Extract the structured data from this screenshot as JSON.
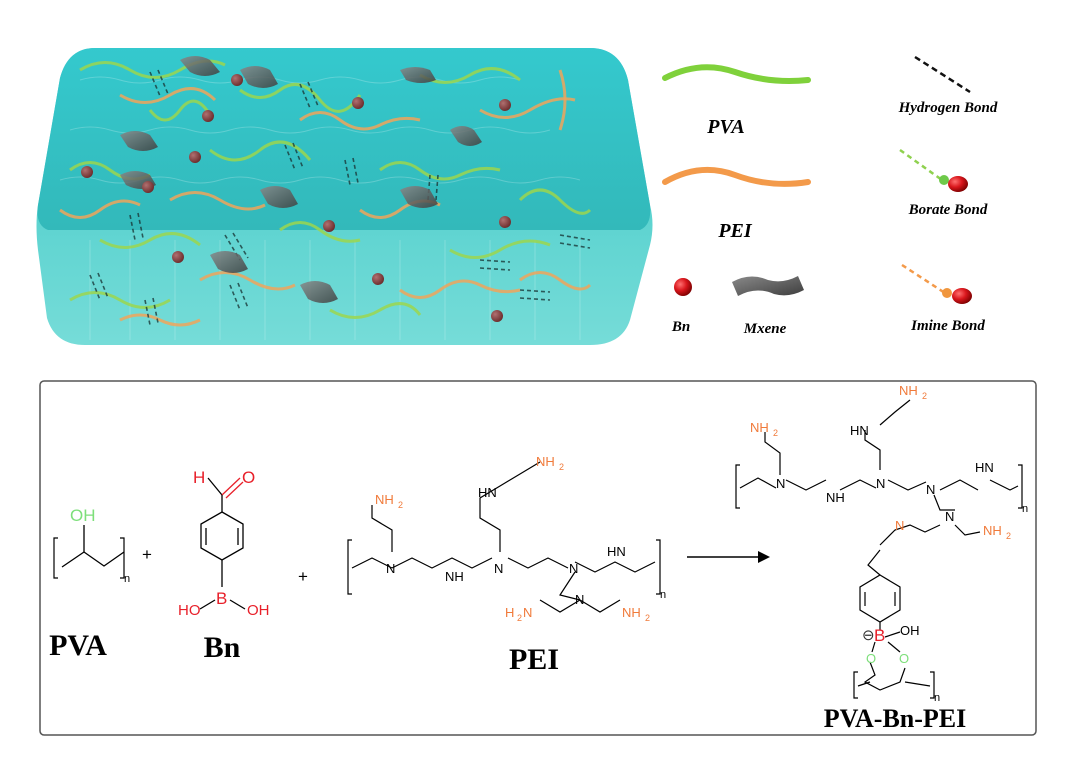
{
  "legend": {
    "pva": "PVA",
    "pei": "PEI",
    "bn": "Bn",
    "mxene": "Mxene",
    "hydrogen_bond": "Hydrogen Bond",
    "borate_bond": "Borate Bond",
    "imine_bond": "Imine Bond"
  },
  "scheme": {
    "plus": "+",
    "pva_label": "PVA",
    "bn_label": "Bn",
    "pei_label": "PEI",
    "product_label": "PVA-Bn-PEI",
    "oh": "OH",
    "ho": "HO",
    "b": "B",
    "h": "H",
    "o": "O",
    "n": "N",
    "nh": "NH",
    "hn": "HN",
    "nh2": "NH",
    "h2n": "H",
    "sub2": "2",
    "sub_n": "n",
    "minus": "⊖"
  },
  "colors": {
    "pva_strand": "#8fd14f",
    "pei_strand": "#f39a4a",
    "hydrogel": "#3ec6c4",
    "bn_dot": "#d9161c",
    "mxene": "#6b6b6b",
    "amine_orange": "#f07a3a",
    "boron_red": "#e8202a",
    "hydroxyl_green": "#7ddf7a",
    "frame": "#555555"
  }
}
